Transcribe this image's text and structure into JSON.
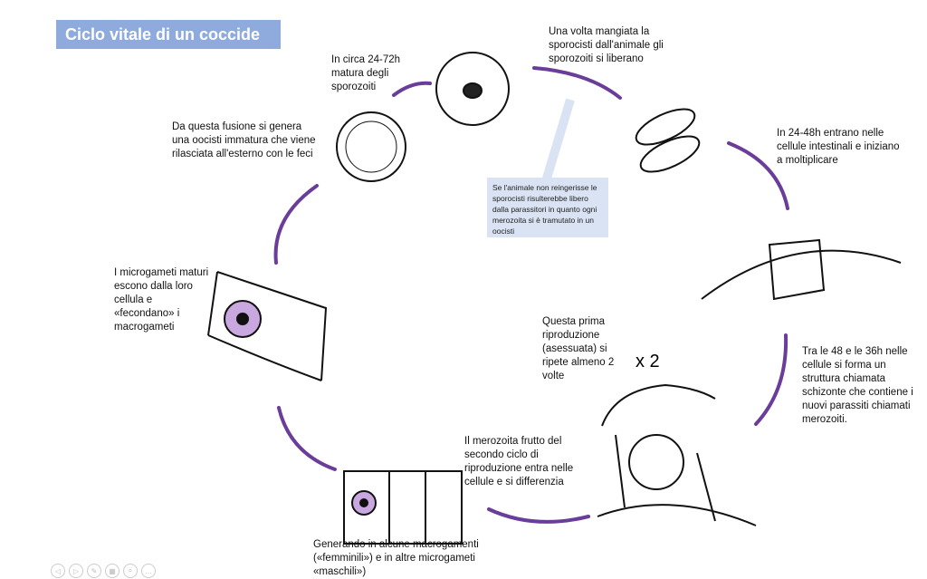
{
  "title": "Ciclo vitale di un coccide",
  "labels": {
    "l1": "In circa 24-72h matura degli sporozoiti",
    "l2": "Una volta mangiata la sporocisti dall'animale gli sporozoiti si liberano",
    "l3": "In 24-48h entrano nelle cellule intestinali e iniziano a moltiplicare",
    "l4": "Tra le 48 e le 36h nelle cellule si forma un struttura  chiamata schizonte che contiene i nuovi parassiti chiamati merozoiti.",
    "l5": "Questa prima riproduzione (asessuata) si ripete almeno 2 volte",
    "l6": "Il merozoita frutto del secondo ciclo di riproduzione entra nelle cellule e si differenzia",
    "l7": "Generando in alcune macrogamenti («femminili») e in altre microgameti «maschili»)",
    "l8": "I microgameti maturi escono dalla loro cellula e «fecondano» i macrogameti",
    "l9": "Da questa fusione si genera una oocisti immatura che viene rilasciata all'esterno con le feci"
  },
  "times_label": "x 2",
  "note": "Se l'animale non reingerisse le sporocisti risulterebbe libero dalla parassitori in quanto ogni merozoita si è tramutato in un oocisti",
  "colors": {
    "arrow": "#6a3d9a",
    "title_bg": "#8faadc",
    "note_bg": "#dae3f3",
    "cell_fill": "#c9a8e0"
  },
  "nav_icons": [
    "prev-icon",
    "next-icon",
    "pen-icon",
    "slides-icon",
    "zoom-icon",
    "more-icon"
  ]
}
